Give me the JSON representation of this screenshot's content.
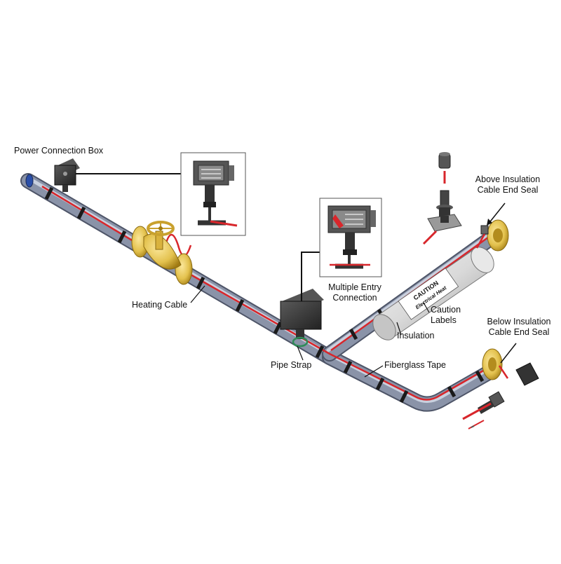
{
  "labels": {
    "power_connection_box": "Power Connection Box",
    "heating_cable": "Heating Cable",
    "pipe_strap": "Pipe Strap",
    "multiple_entry_line1": "Multiple Entry",
    "multiple_entry_line2": "Connection",
    "above_insulation_line1": "Above Insulation",
    "above_insulation_line2": "Cable End Seal",
    "caution_labels_line1": "Caution",
    "caution_labels_line2": "Labels",
    "insulation": "Insulation",
    "fiberglass_tape": "Fiberglass Tape",
    "below_insulation_line1": "Below Insulation",
    "below_insulation_line2": "Cable End Seal"
  },
  "caution_label": {
    "line1": "CAUTION",
    "line2": "Electrical Heat"
  },
  "colors": {
    "pipe": "#8a93a8",
    "pipe_highlight": "#c9d0de",
    "pipe_shadow": "#4e5568",
    "cable": "#d8262b",
    "tape": "#1a1a1a",
    "flange": "#e3c14d",
    "flange_dark": "#b38c1e",
    "box": "#3b3b3b",
    "insulation": "#d9d9d9"
  }
}
